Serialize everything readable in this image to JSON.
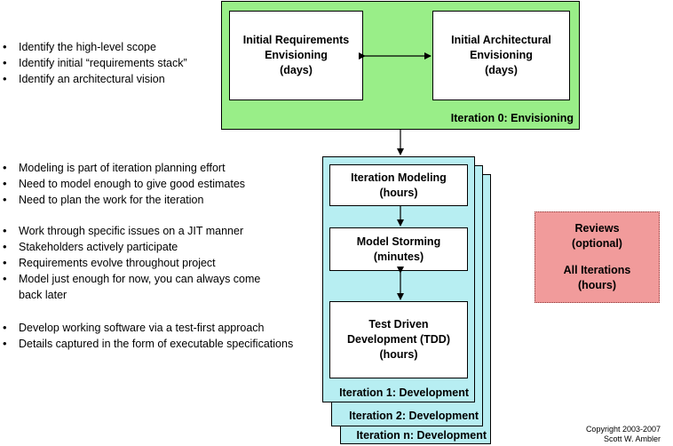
{
  "bullets_top": [
    "Identify the high-level scope",
    "Identify initial “requirements stack”",
    "Identify an architectural vision"
  ],
  "bullets_modeling": [
    "Modeling is part of iteration planning effort",
    "Need to model enough to give good estimates",
    "Need to plan the work for the iteration"
  ],
  "bullets_storming": [
    "Work through specific issues on a JIT manner",
    "Stakeholders actively participate",
    "Requirements evolve throughout project",
    "Model just enough for now, you can always come back later"
  ],
  "bullets_tdd": [
    "Develop working software via a test-first approach",
    "Details captured in the form of executable specifications"
  ],
  "envisioning": {
    "label": "Iteration 0: Envisioning",
    "requirements_box": [
      "Initial Requirements",
      "Envisioning",
      "(days)"
    ],
    "architecture_box": [
      "Initial Architectural",
      "Envisioning",
      "(days)"
    ],
    "fill": "#99ee88"
  },
  "development": {
    "card_fill": "#b7eef2",
    "card_labels": [
      "Iteration 1: Development",
      "Iteration 2: Development",
      "Iteration n: Development"
    ],
    "iteration_modeling_box": [
      "Iteration Modeling",
      "(hours)"
    ],
    "model_storming_box": [
      "Model Storming",
      "(minutes)"
    ],
    "tdd_box": [
      "Test Driven",
      "Development (TDD)",
      "(hours)"
    ]
  },
  "reviews": {
    "lines": [
      "Reviews",
      "(optional)",
      "",
      "All Iterations",
      "(hours)"
    ],
    "fill": "#f19b9b"
  },
  "copyright": [
    "Copyright 2003-2007",
    "Scott W. Ambler"
  ]
}
